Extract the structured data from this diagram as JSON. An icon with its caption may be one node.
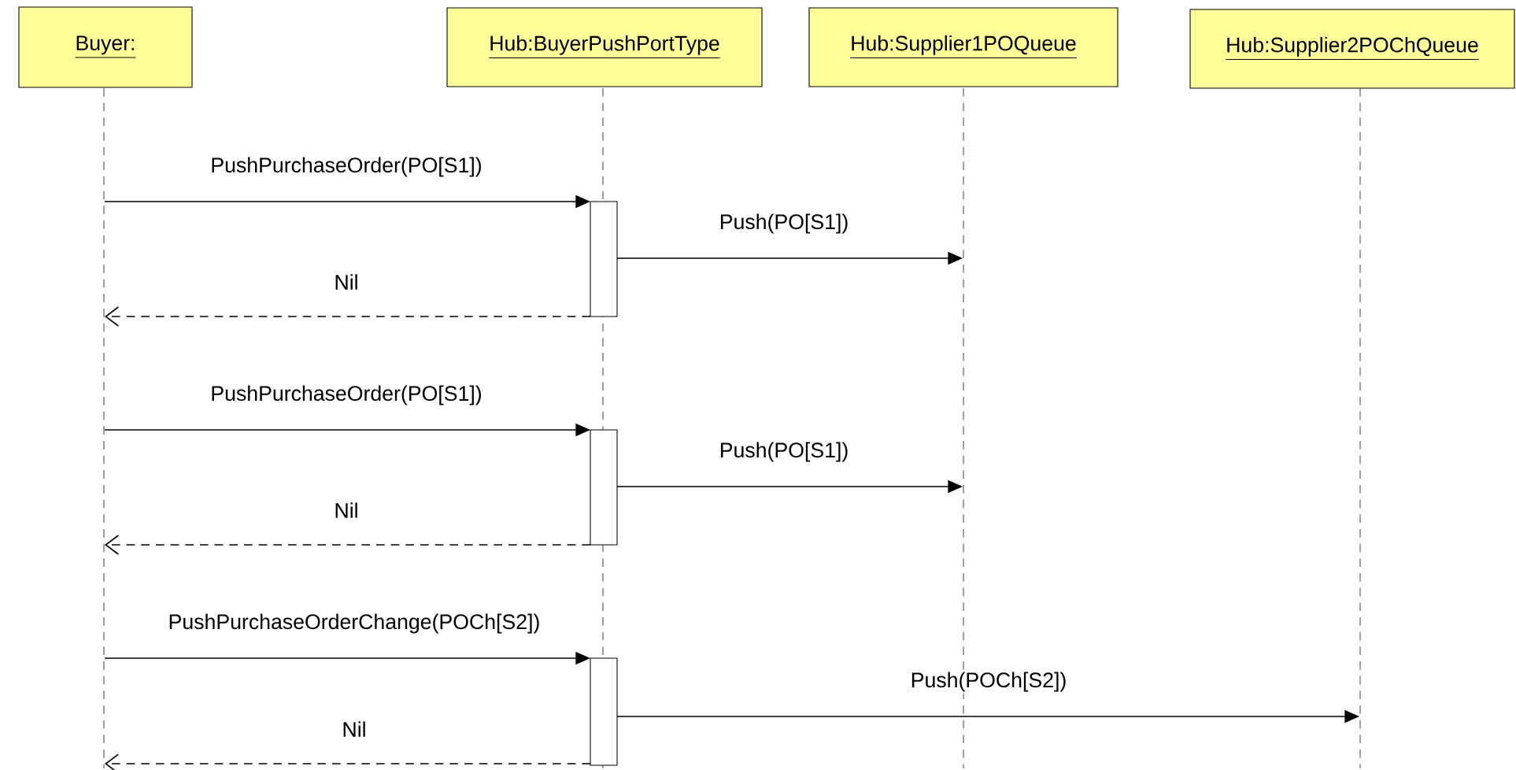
{
  "diagram": {
    "nodes": [
      {
        "text": [
          "Buyer:"
        ]
      },
      {
        "text": [
          "Hub:BuyerPushPortType"
        ]
      },
      {
        "text": [
          "Hub:Supplier1POQueue"
        ]
      },
      {
        "text": [
          "Hub:Supplier2POChQueue"
        ]
      },
      {
        "text": [],
        "shape": "line"
      },
      {
        "text": [],
        "shape": "line"
      },
      {
        "text": [],
        "shape": "line"
      },
      {
        "text": [],
        "shape": "line"
      },
      {
        "text": [],
        "shape": "bar"
      },
      {
        "text": [],
        "shape": "bar"
      },
      {
        "text": [],
        "shape": "bar"
      }
    ],
    "edges": [
      {
        "from": 4,
        "to": 8,
        "arrow": "to",
        "label": "PushPurchaseOrder(PO[S1])"
      },
      {
        "from": 8,
        "to": 6,
        "arrow": "to",
        "label": "Push(PO[S1])"
      },
      {
        "from": 8,
        "to": 4,
        "arrow": "to",
        "label": "Nil",
        "style": "dashed"
      },
      {
        "from": 4,
        "to": 9,
        "arrow": "to",
        "label": "PushPurchaseOrder(PO[S1])"
      },
      {
        "from": 9,
        "to": 6,
        "arrow": "to",
        "label": "Push(PO[S1])"
      },
      {
        "from": 9,
        "to": 4,
        "arrow": "to",
        "label": "Nil",
        "style": "dashed"
      },
      {
        "from": 4,
        "to": 10,
        "arrow": "to",
        "label": "PushPurchaseOrderChange(POCh[S2])"
      },
      {
        "from": 10,
        "to": 7,
        "arrow": "to",
        "label": "Push(POCh[S2])"
      },
      {
        "from": 10,
        "to": 4,
        "arrow": "to",
        "label": "Nil",
        "style": "dashed"
      }
    ]
  }
}
